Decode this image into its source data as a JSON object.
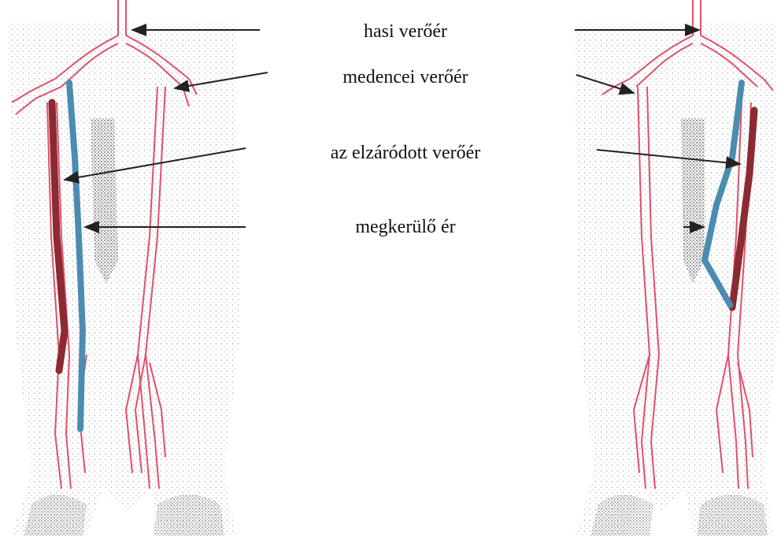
{
  "labels": {
    "abdominal_artery": "hasi verőér",
    "pelvic_artery": "medencei verőér",
    "occluded_artery": "az elzáródott verőér",
    "bypass_vessel": "megkerülő ér"
  },
  "colors": {
    "artery": "#e0506a",
    "occluded_artery": "#8b2a33",
    "bypass_vessel": "#4b8cb0",
    "arrow": "#222222",
    "skin_stipple": "#555555"
  }
}
